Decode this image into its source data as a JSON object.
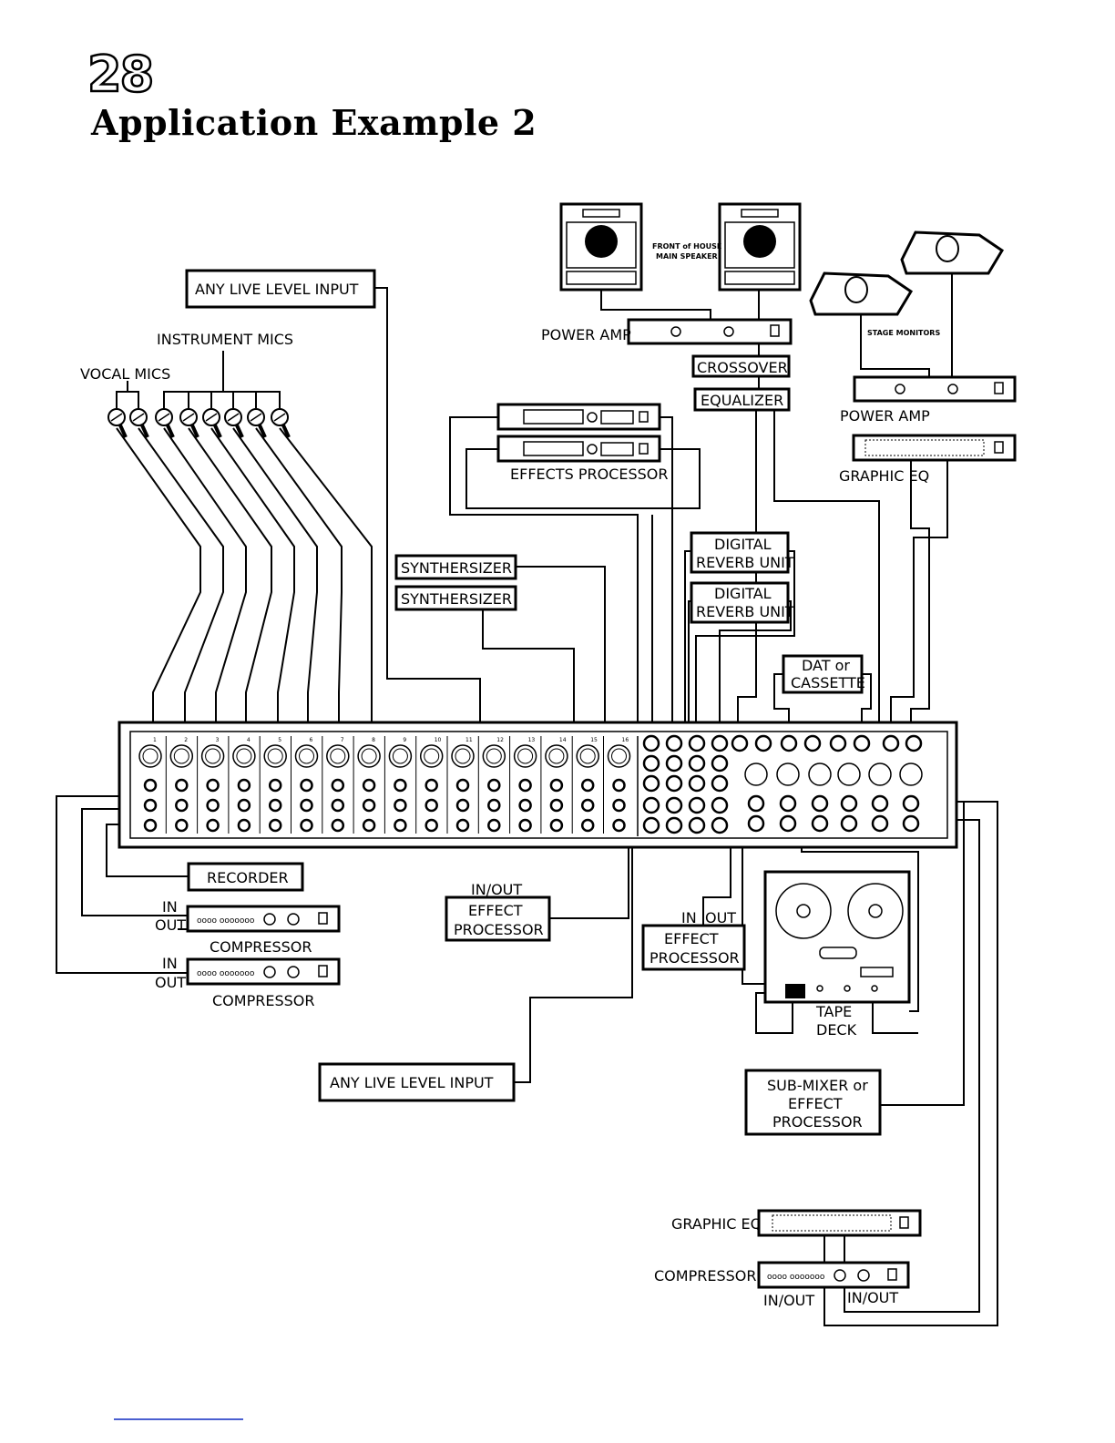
{
  "page_number": "28",
  "title": "Application Example 2",
  "labels": {
    "any_live_level_input_top": "ANY LIVE LEVEL INPUT",
    "instrument_mics": "INSTRUMENT MICS",
    "vocal_mics": "VOCAL MICS",
    "foh_line1": "FRONT of HOUSE",
    "foh_line2": "MAIN SPEAKER",
    "power_amp_main": "POWER AMP",
    "crossover": "CROSSOVER",
    "equalizer": "EQUALIZER",
    "stage_monitors": "STAGE MONITORS",
    "power_amp_monitor": "POWER AMP",
    "graphic_eq_monitor": "GRAPHIC EQ",
    "effects_processor": "EFFECTS PROCESSOR",
    "synth_1": "SYNTHERSIZER",
    "synth_2": "SYNTHERSIZER",
    "reverb_1": [
      "DIGITAL",
      "REVERB UNIT"
    ],
    "reverb_2": [
      "DIGITAL",
      "REVERB UNIT"
    ],
    "dat": [
      "DAT or",
      "CASSETTE"
    ],
    "recorder": "RECORDER",
    "comp1_in": "IN",
    "comp1_out": "OUT",
    "compressor_1": "COMPRESSOR",
    "comp2_in": "IN",
    "comp2_out": "OUT",
    "compressor_2": "COMPRESSOR",
    "fx1_inout": "IN/OUT",
    "fx1": [
      "EFFECT",
      "PROCESSOR"
    ],
    "fx2_in": "IN",
    "fx2_out": "OUT",
    "fx2": [
      "EFFECT",
      "PROCESSOR"
    ],
    "tape_deck": [
      "TAPE",
      "DECK"
    ],
    "any_live_level_input_bottom": "ANY LIVE LEVEL INPUT",
    "submixer": [
      "SUB-MIXER or",
      "EFFECT",
      "PROCESSOR"
    ],
    "graphic_eq_bottom": "GRAPHIC EQ",
    "compressor_bottom": "COMPRESSOR",
    "inout_left": "IN/OUT",
    "inout_right": "IN/OUT"
  },
  "mixer_channel_numbers": [
    "1",
    "2",
    "3",
    "4",
    "5",
    "6",
    "7",
    "8",
    "9",
    "10",
    "11",
    "12",
    "13",
    "14",
    "15",
    "16"
  ]
}
